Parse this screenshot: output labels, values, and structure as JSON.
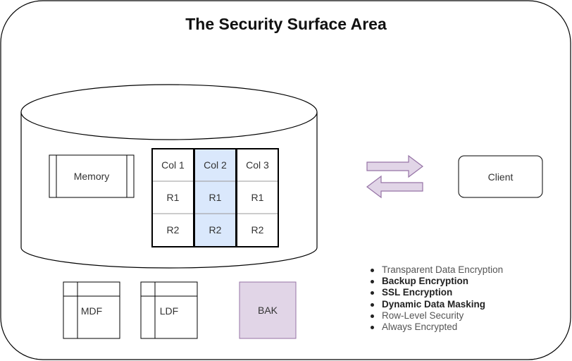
{
  "title": "The Security Surface Area",
  "memory_label": "Memory",
  "client_label": "Client",
  "table": {
    "headers": [
      "Col 1",
      "Col 2",
      "Col 3"
    ],
    "rows": [
      [
        "R1",
        "R1",
        "R1"
      ],
      [
        "R2",
        "R2",
        "R2"
      ]
    ],
    "highlight_column": 1
  },
  "files": {
    "mdf": "MDF",
    "ldf": "LDF",
    "bak": "BAK"
  },
  "features": [
    {
      "text": "Transparent Data Encryption",
      "bold": false
    },
    {
      "text": "Backup Encryption",
      "bold": true
    },
    {
      "text": "SSL Encryption",
      "bold": true
    },
    {
      "text": "Dynamic Data Masking",
      "bold": true
    },
    {
      "text": "Row-Level Security",
      "bold": false
    },
    {
      "text": "Always Encrypted",
      "bold": false
    }
  ],
  "colors": {
    "highlight_fill": "#dae8fc",
    "bak_fill": "#e1d5e7",
    "bak_stroke": "#9673a6",
    "arrow_fill": "#e1d5e7",
    "arrow_stroke": "#9673a6"
  }
}
